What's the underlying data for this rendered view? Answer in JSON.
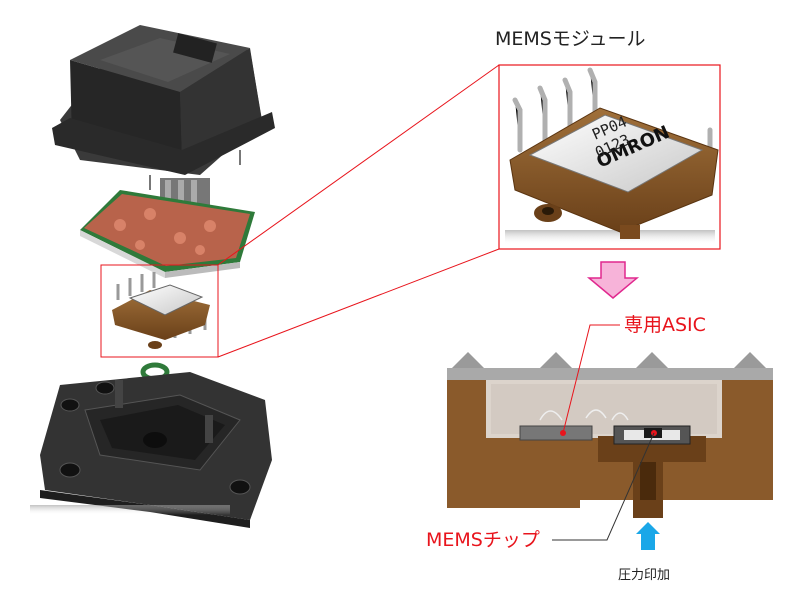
{
  "labels": {
    "module_title": "MEMSモジュール",
    "asic": "専用ASIC",
    "mems_chip": "MEMSチップ",
    "pressure": "圧力印加"
  },
  "marking": {
    "brand": "OMRON",
    "part_line1": "PP04",
    "part_line2": "0123"
  },
  "colors": {
    "callout_red": "#e8141c",
    "arrow_pink_fill": "#f7b3d9",
    "arrow_pink_stroke": "#e0288e",
    "arrow_blue": "#1aa7e8",
    "bronze": "#8a5a2b",
    "housing_dark": "#2e2e2e"
  }
}
